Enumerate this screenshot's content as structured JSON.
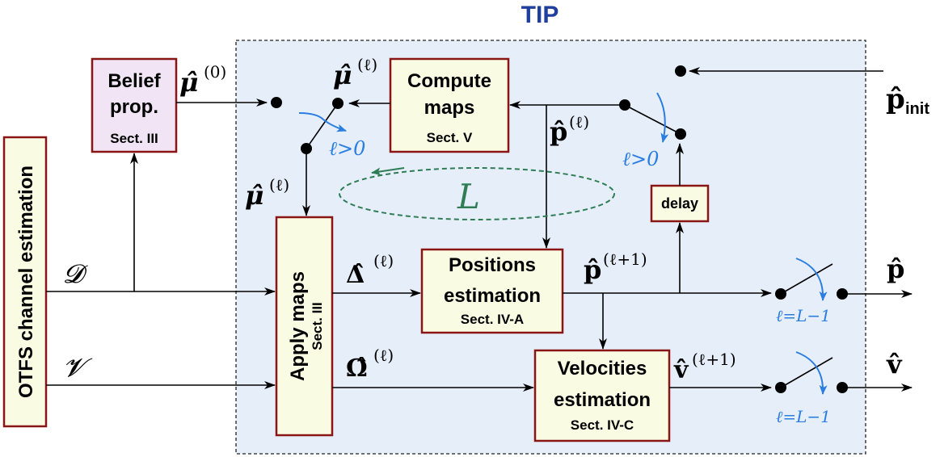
{
  "title": "TIP",
  "colors": {
    "tip_region_fill": "#e6eefa",
    "block_fill": "#fafbe3",
    "block_border": "#8a1515",
    "belief_fill": "#f1e4f5",
    "switch_label": "#2a7de1",
    "loop_ellipse": "#2e7d55",
    "title": "#1f3f9e"
  },
  "blocks": {
    "otfs": {
      "label": "OTFS channel estimation"
    },
    "belief": {
      "line1": "Belief",
      "line2": "prop.",
      "sect": "Sect. III"
    },
    "compute": {
      "line1": "Compute",
      "line2": "maps",
      "sect": "Sect. V"
    },
    "apply": {
      "line1": "Apply maps",
      "sect": "Sect. III"
    },
    "positions": {
      "line1": "Positions",
      "line2": "estimation",
      "sect": "Sect. IV-A"
    },
    "velocities": {
      "line1": "Velocities",
      "line2": "estimation",
      "sect": "Sect. IV-C"
    },
    "delay": {
      "label": "delay"
    }
  },
  "signals": {
    "D": "𝓓",
    "V": "𝓥",
    "mu0": "μ̂",
    "mu0_sup": "(0)",
    "mu_l": "μ̂",
    "mu_l_sup": "(ℓ)",
    "delta": "Δ̂",
    "delta_sup": "(ℓ)",
    "omega": "Ω̂",
    "omega_sup": "(ℓ)",
    "p_l": "p̂",
    "p_l_sup": "(ℓ)",
    "p_l1": "p̂",
    "p_l1_sup": "(ℓ+1)",
    "v_l1": "v̂",
    "v_l1_sup": "(ℓ+1)",
    "p_init": "p̂",
    "p_init_sub": "init",
    "p_out": "p̂",
    "v_out": "v̂",
    "loop": "L"
  },
  "switch_labels": {
    "mu_switch": "ℓ>0",
    "p_switch": "ℓ>0",
    "p_out_switch": "ℓ=L−1",
    "v_out_switch": "ℓ=L−1"
  }
}
